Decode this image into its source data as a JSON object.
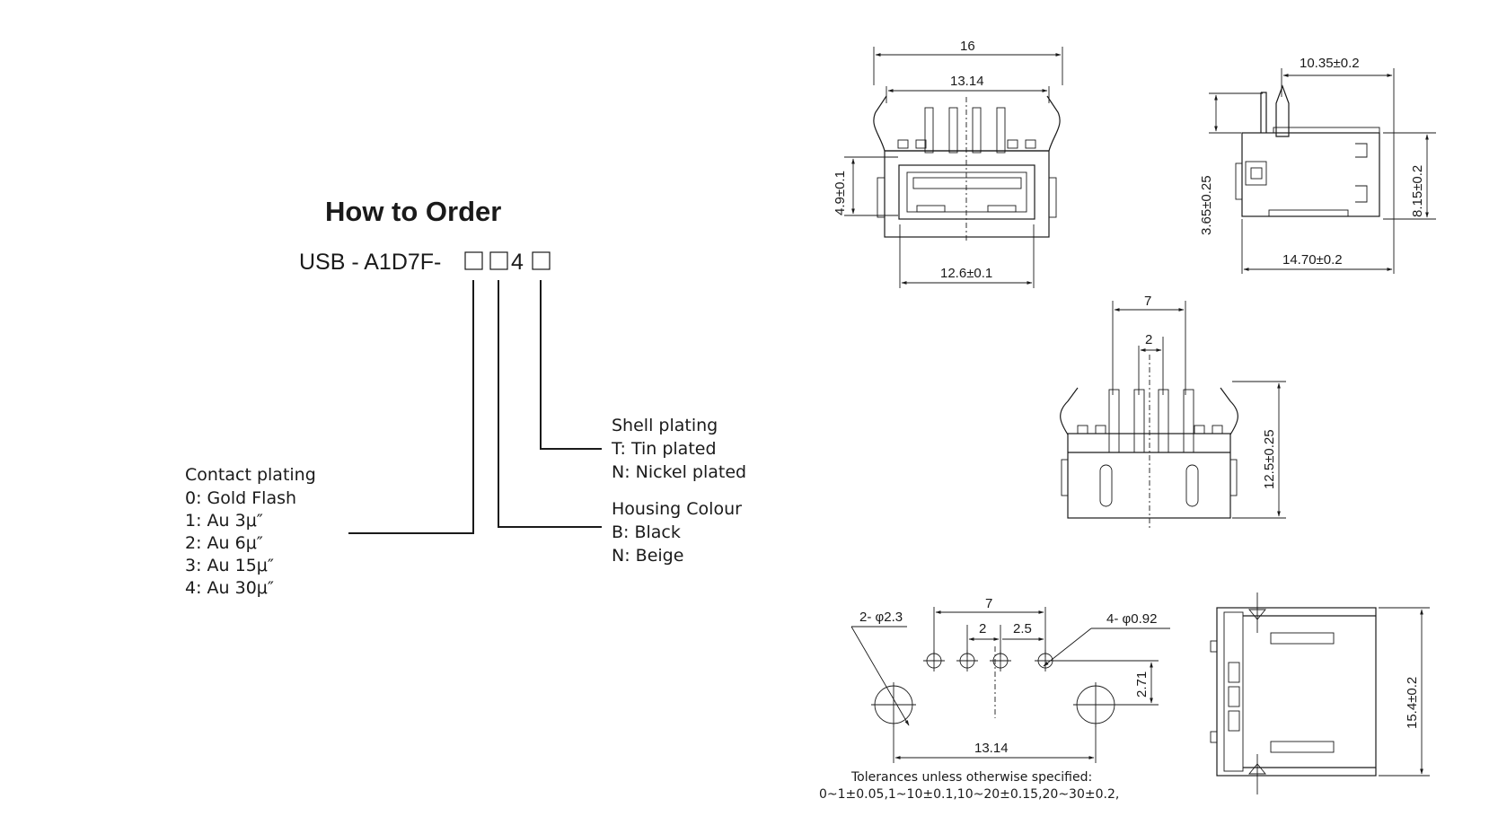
{
  "order": {
    "title": "How to Order",
    "part_number_prefix": "USB - A1D7F-",
    "part_number_fixed_digit": "4",
    "shell_plating": {
      "heading": "Shell plating",
      "options": [
        "T: Tin plated",
        "N: Nickel plated"
      ]
    },
    "housing_colour": {
      "heading": "Housing Colour",
      "options": [
        "B: Black",
        "N: Beige"
      ]
    },
    "contact_plating": {
      "heading": "Contact plating",
      "options": [
        "0: Gold Flash",
        "1: Au 3μ″",
        "2: Au 6μ″",
        "3: Au 15μ″",
        "4: Au 30μ″"
      ]
    }
  },
  "front_view": {
    "dims": [
      "16",
      "13.14",
      "4.9±0.1",
      "12.6±0.1"
    ]
  },
  "side_view": {
    "dims": [
      "10.35±0.2",
      "3.65±0.25",
      "8.15±0.2",
      "14.70±0.2"
    ]
  },
  "rear_view": {
    "dims": [
      "7",
      "2",
      "12.5±0.25"
    ]
  },
  "pcb_layout": {
    "dims": [
      "2- φ2.3",
      "7",
      "2",
      "2.5",
      "4- φ0.92",
      "2.71",
      "13.14"
    ]
  },
  "top_view": {
    "dims": [
      "15.4±0.2"
    ]
  },
  "tolerances": {
    "line1": "Tolerances unless otherwise specified:",
    "line2": "0~1±0.05,1~10±0.1,10~20±0.15,20~30±0.2,"
  },
  "colors": {
    "ink": "#1a1a1a",
    "background": "#ffffff"
  }
}
